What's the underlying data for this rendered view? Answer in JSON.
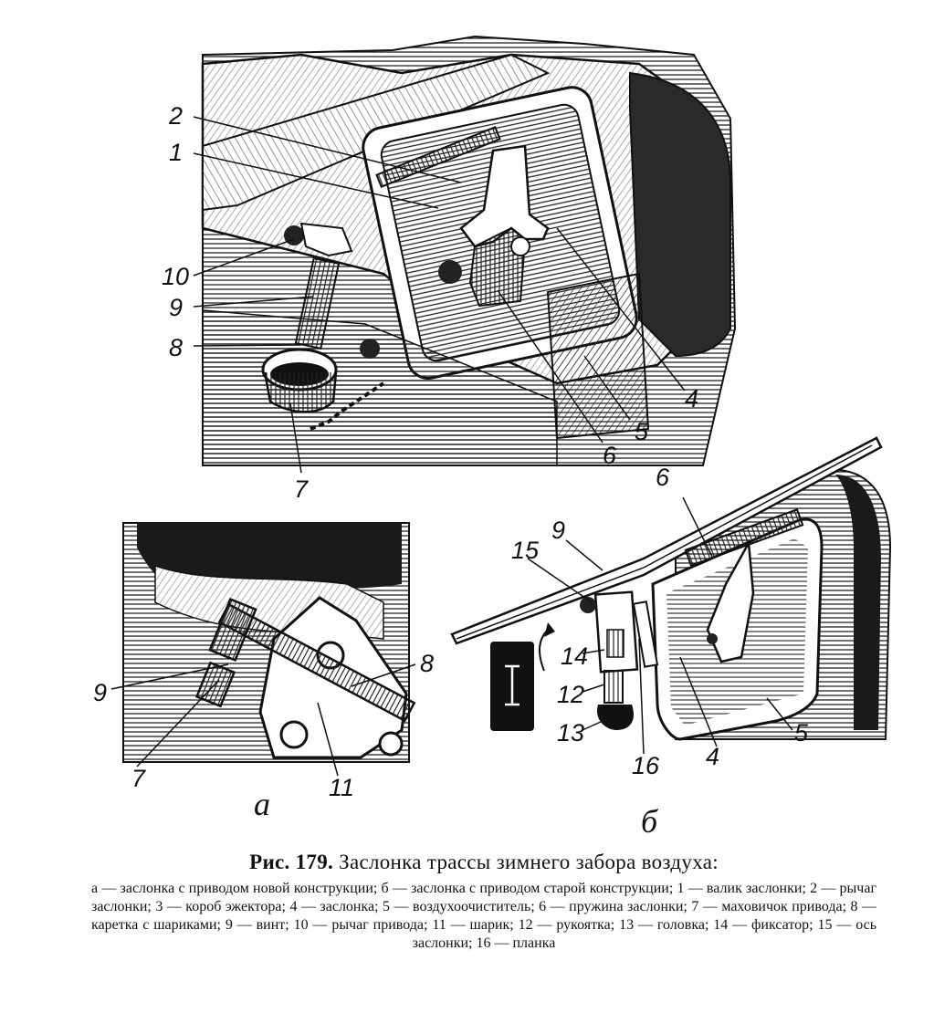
{
  "figure": {
    "label": "Рис. 179.",
    "title": "Заслонка трассы зимнего забора воздуха:",
    "legend": "а — заслонка с приводом новой конструкции; б — заслонка с приводом старой конструкции; 1 — валик заслонки; 2 — рычаг заслонки; 3 — короб эжектора; 4 — заслонка; 5 — воздухоочиститель; 6 — пружина заслонки; 7 — маховичок привода; 8 — каретка с шариками; 9 — винт; 10 — рычаг привода; 11 — шарик; 12 — рукоятка; 13 — головка; 14 — фиксатор; 15 — ось заслонки; 16 — планка"
  },
  "top_view": {
    "callouts": [
      "2",
      "1",
      "10",
      "9",
      "8",
      "7",
      "6",
      "5",
      "4"
    ]
  },
  "view_a": {
    "sublabel": "а",
    "callouts": [
      "9",
      "7",
      "11",
      "8"
    ]
  },
  "view_b": {
    "sublabel": "б",
    "callouts": [
      "15",
      "9",
      "6",
      "14",
      "12",
      "13",
      "16",
      "4",
      "5"
    ],
    "badge_icon": "i-beam-icon"
  }
}
